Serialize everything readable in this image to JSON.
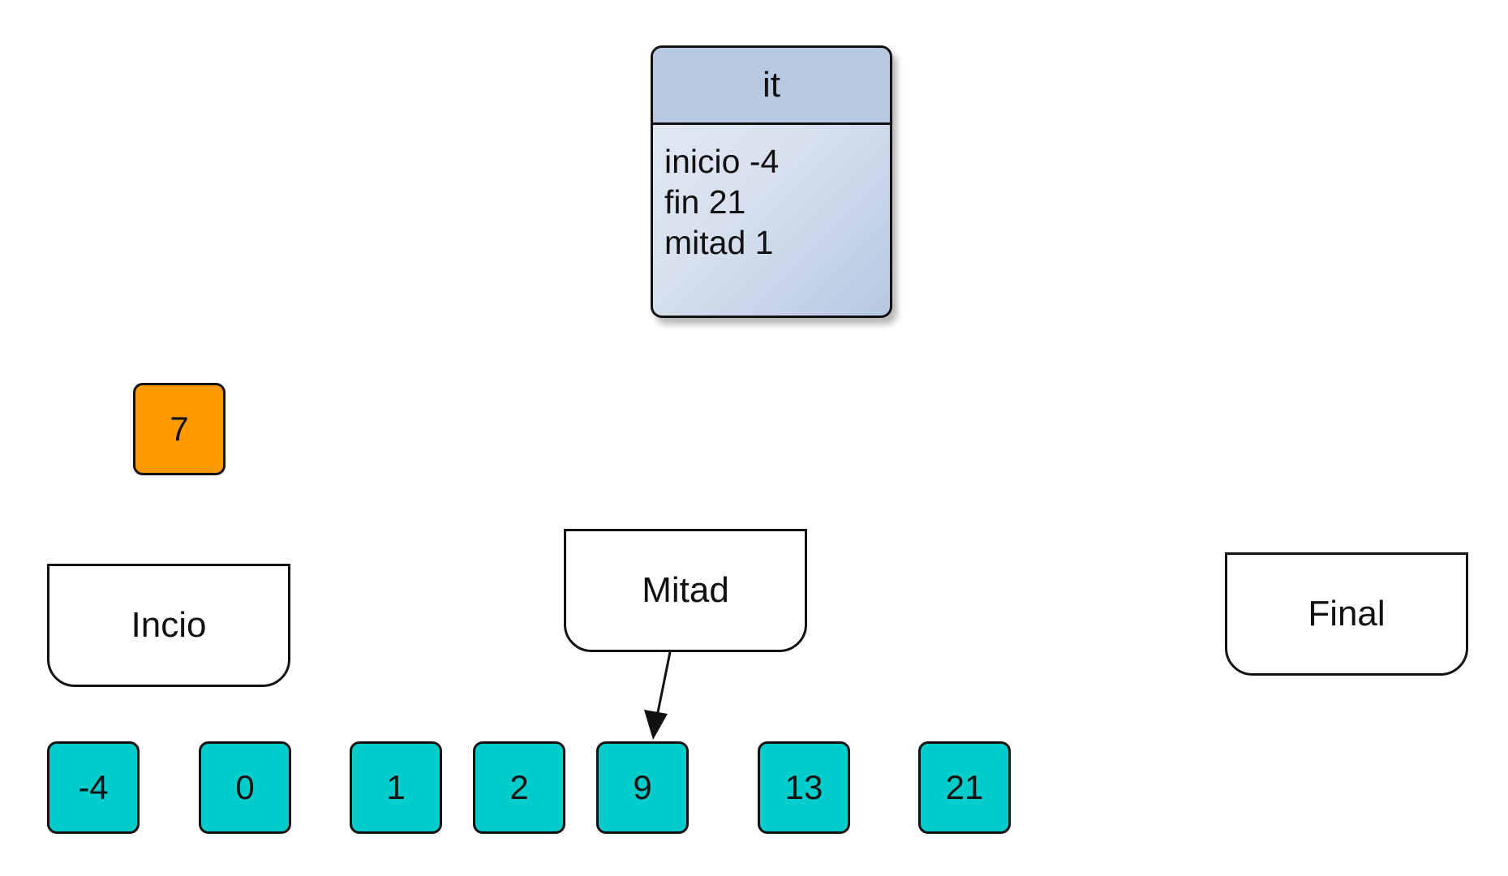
{
  "state_box": {
    "title": "it",
    "lines": [
      "inicio -4",
      "fin 21",
      "mitad 1"
    ]
  },
  "search_value": "7",
  "pointers": {
    "inicio": "Incio",
    "mitad": "Mitad",
    "final": "Final"
  },
  "array": [
    "-4",
    "0",
    "1",
    "2",
    "9",
    "13",
    "21"
  ],
  "colors": {
    "state_header": "#b7c8e2",
    "search_value": "#ff9900",
    "array_cell": "#00cccc",
    "stroke": "#111111"
  }
}
